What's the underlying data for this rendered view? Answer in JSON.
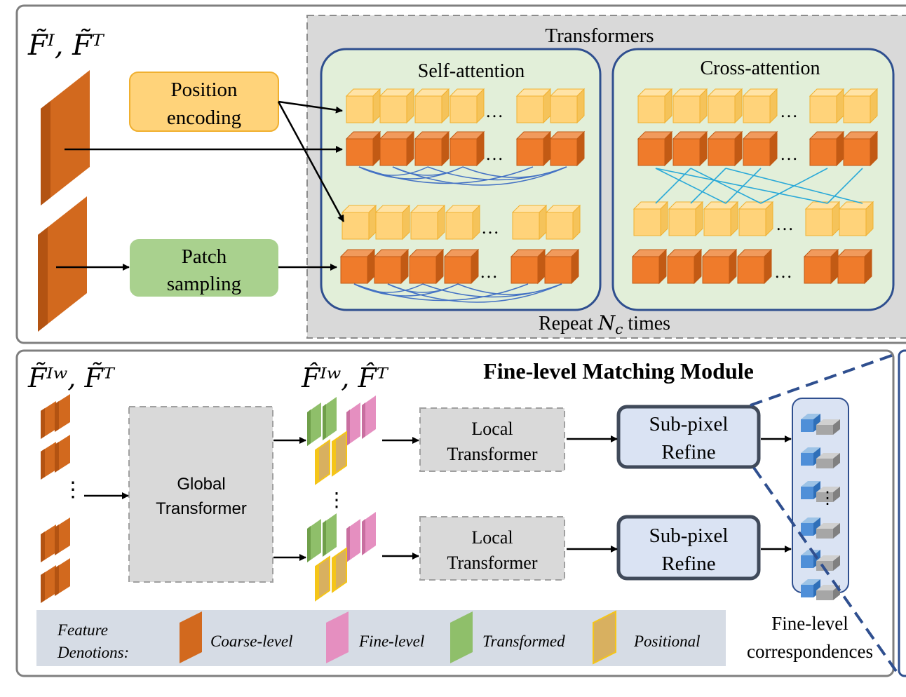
{
  "top": {
    "features_label": "F̃ᴵ, F̃ᵀ",
    "position_encoding": [
      "Position",
      "encoding"
    ],
    "patch_sampling": [
      "Patch",
      "sampling"
    ],
    "transformers_title": "Transformers",
    "self_attention": "Self-attention",
    "cross_attention": "Cross-attention",
    "repeat_prefix": "Repeat ",
    "repeat_var": "N",
    "repeat_sub": "c",
    "repeat_suffix": " times",
    "ellipsis": "…"
  },
  "bottom": {
    "input_label": "F̃ᴵʷ, F̃ᵀ",
    "output_label": "F̂ᴵʷ, F̂ᵀ",
    "title": "Fine-level Matching Module",
    "global_transformer": [
      "Global",
      "Transformer"
    ],
    "local_transformer": [
      "Local",
      "Transformer"
    ],
    "subpixel_refine": [
      "Sub-pixel",
      "Refine"
    ],
    "correspondences": [
      "Fine-level",
      "correspondences"
    ],
    "vdots": "⋮"
  },
  "legend": {
    "title": [
      "Feature",
      "Denotions:"
    ],
    "items": [
      {
        "label": "Coarse-level",
        "color": "#d2691e"
      },
      {
        "label": "Fine-level",
        "color": "#e58fc0"
      },
      {
        "label": "Transformed",
        "color": "#8fbf6a"
      },
      {
        "label": "Positional",
        "color": "#d8b060"
      }
    ]
  },
  "colors": {
    "cube_orange": "#ef7b2b",
    "cube_yellow": "#ffd37a",
    "green_panel": "#e2efd9",
    "gray_panel": "#d9d9d9",
    "blue_border": "#2f4f8f",
    "cross_lines": "#29a9d8"
  }
}
